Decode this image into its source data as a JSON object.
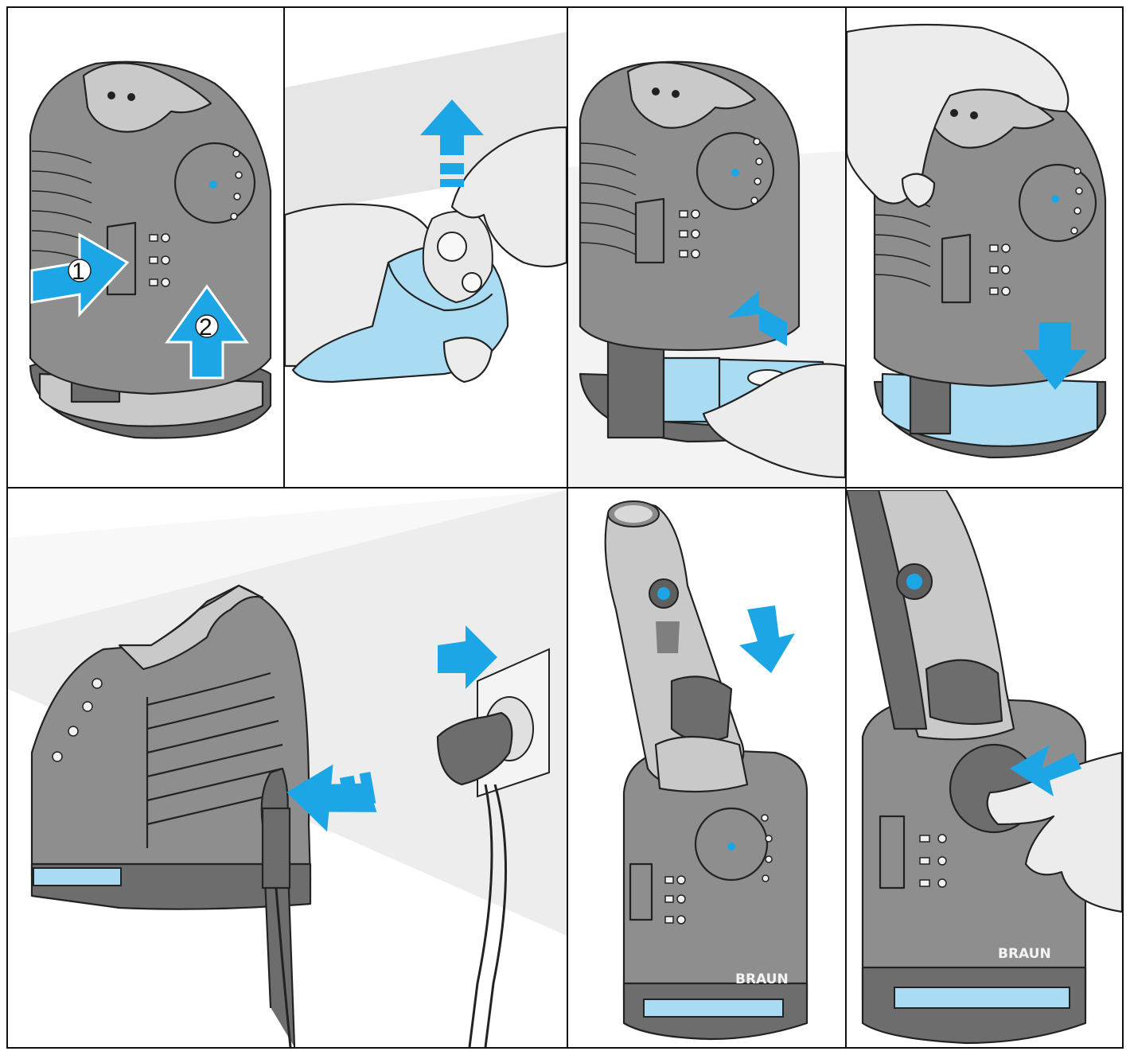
{
  "figure": {
    "panels": [
      {
        "id": "step-remove-cartridge",
        "step_labels": [
          "1",
          "2"
        ]
      },
      {
        "id": "step-open-cartridge"
      },
      {
        "id": "step-insert-cartridge"
      },
      {
        "id": "step-press-station-down"
      },
      {
        "id": "step-plug-in-power"
      },
      {
        "id": "step-insert-shaver",
        "brand": "BRAUN"
      },
      {
        "id": "step-press-power-button",
        "brand": "BRAUN"
      }
    ],
    "colors": {
      "arrow": "#1da6e6",
      "cartridge": "#a9dcf2",
      "device": "#8e8e8e",
      "outline": "#222222"
    }
  }
}
